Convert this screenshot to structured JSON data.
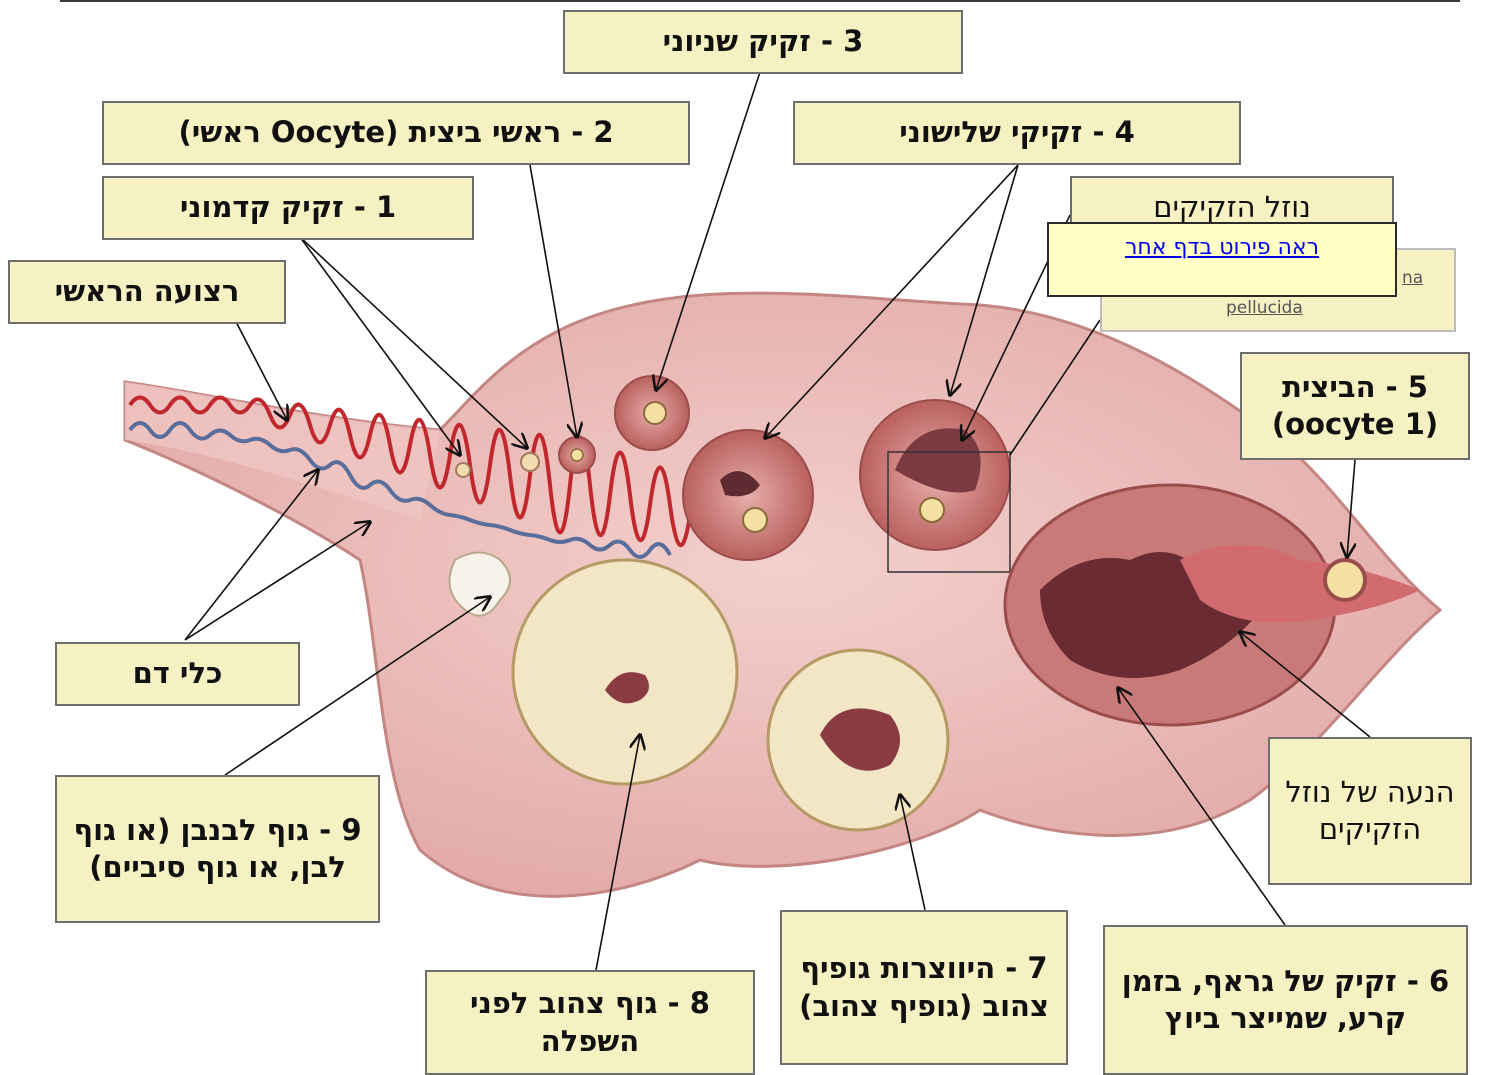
{
  "labels": {
    "primordial_follicle": "1 - זקיק קדמוני",
    "primary_oocyte": "2 - ראשי ביצית (Oocyte ראשי)",
    "secondary_follicle": "3 - זקיק שניוני",
    "tertiary_follicles": "4 - זקיקי שלישוני",
    "oocyte": "5 - הביצית (oocyte 1)",
    "graafian_follicle": "6 - זקיק של גראף, בזמן קרע, שמייצר ביוץ",
    "corpus_luteum_forming": "7 - היווצרות גופיף צהוב (גופיף צהוב)",
    "corpus_luteum_degenerating": "8 - גוף צהוב לפני השפלה",
    "corpus_albicans": "9 - גוף לבנבן (או גוף לבן, או גוף סיביים)",
    "germinal_epithelium": "רצועה הראשי",
    "blood_vessels": "כלי דם",
    "follicular_fluid": "נוזל הזקיקים",
    "follicular_fluid_movement": "הנעה של נוזל הזקיקים",
    "zona_fragment_1": "na",
    "zona_fragment_2": "pellucida"
  },
  "link": {
    "text": "ראה פירוט בדף אחר"
  },
  "colors": {
    "label_bg": "#f5f1c3",
    "label_border": "#6e6e6e",
    "link_box_bg": "#ffffc6",
    "link": "#0000ee",
    "ovary_tissue": "#eec3c0",
    "follicle": "#c97a78",
    "artery": "#c0282d",
    "vein": "#5a6e9c",
    "corpus": "#f3e6c4"
  }
}
